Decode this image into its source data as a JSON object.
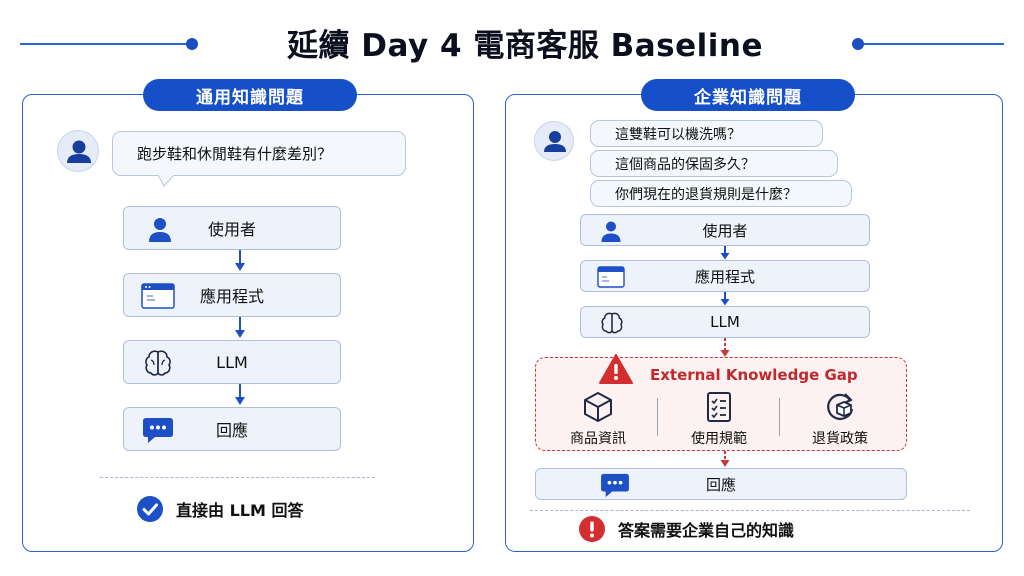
{
  "title": "延續 Day 4 電商客服 Baseline",
  "colors": {
    "primary": "#1550c8",
    "panel_border": "#2c63c9",
    "step_bg": "#eef3fb",
    "danger": "#c2272d",
    "gap_bg": "#fdf2f1"
  },
  "left_panel": {
    "header": "通用知識問題",
    "question": "跑步鞋和休閒鞋有什麼差別？",
    "steps": [
      {
        "label": "使用者",
        "icon": "user-icon"
      },
      {
        "label": "應用程式",
        "icon": "app-window-icon"
      },
      {
        "label": "LLM",
        "icon": "brain-icon"
      },
      {
        "label": "回應",
        "icon": "chat-bubble-icon"
      }
    ],
    "footer": "直接由 LLM 回答"
  },
  "right_panel": {
    "header": "企業知識問題",
    "questions": [
      "這雙鞋可以機洗嗎？",
      "這個商品的保固多久？",
      "你們現在的退貨規則是什麼？"
    ],
    "steps": [
      {
        "label": "使用者",
        "icon": "user-icon"
      },
      {
        "label": "應用程式",
        "icon": "app-window-icon"
      },
      {
        "label": "LLM",
        "icon": "brain-icon"
      }
    ],
    "gap": {
      "title": "External Knowledge Gap",
      "items": [
        {
          "label": "商品資訊",
          "icon": "box-icon"
        },
        {
          "label": "使用規範",
          "icon": "checklist-icon"
        },
        {
          "label": "退貨政策",
          "icon": "return-icon"
        }
      ]
    },
    "response": {
      "label": "回應",
      "icon": "chat-bubble-icon"
    },
    "footer": "答案需要企業自己的知識"
  }
}
